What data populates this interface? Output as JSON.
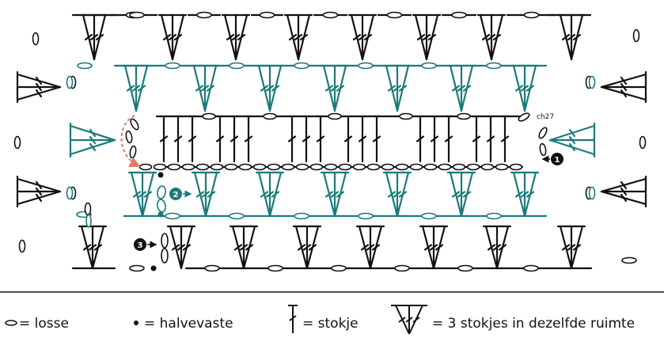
{
  "colors": {
    "black": "#111111",
    "teal": "#1a7a7a",
    "arrow_dashed": "#e07b6a"
  },
  "annotations": {
    "ch27": "ch27",
    "step1": "1",
    "step2": "2",
    "step3": "3"
  },
  "legend": {
    "chain": "= losse",
    "slip_stitch": "= halvevaste",
    "dc": "= stokje",
    "cluster": "= 3 stokjes in dezelfde ruimte"
  }
}
